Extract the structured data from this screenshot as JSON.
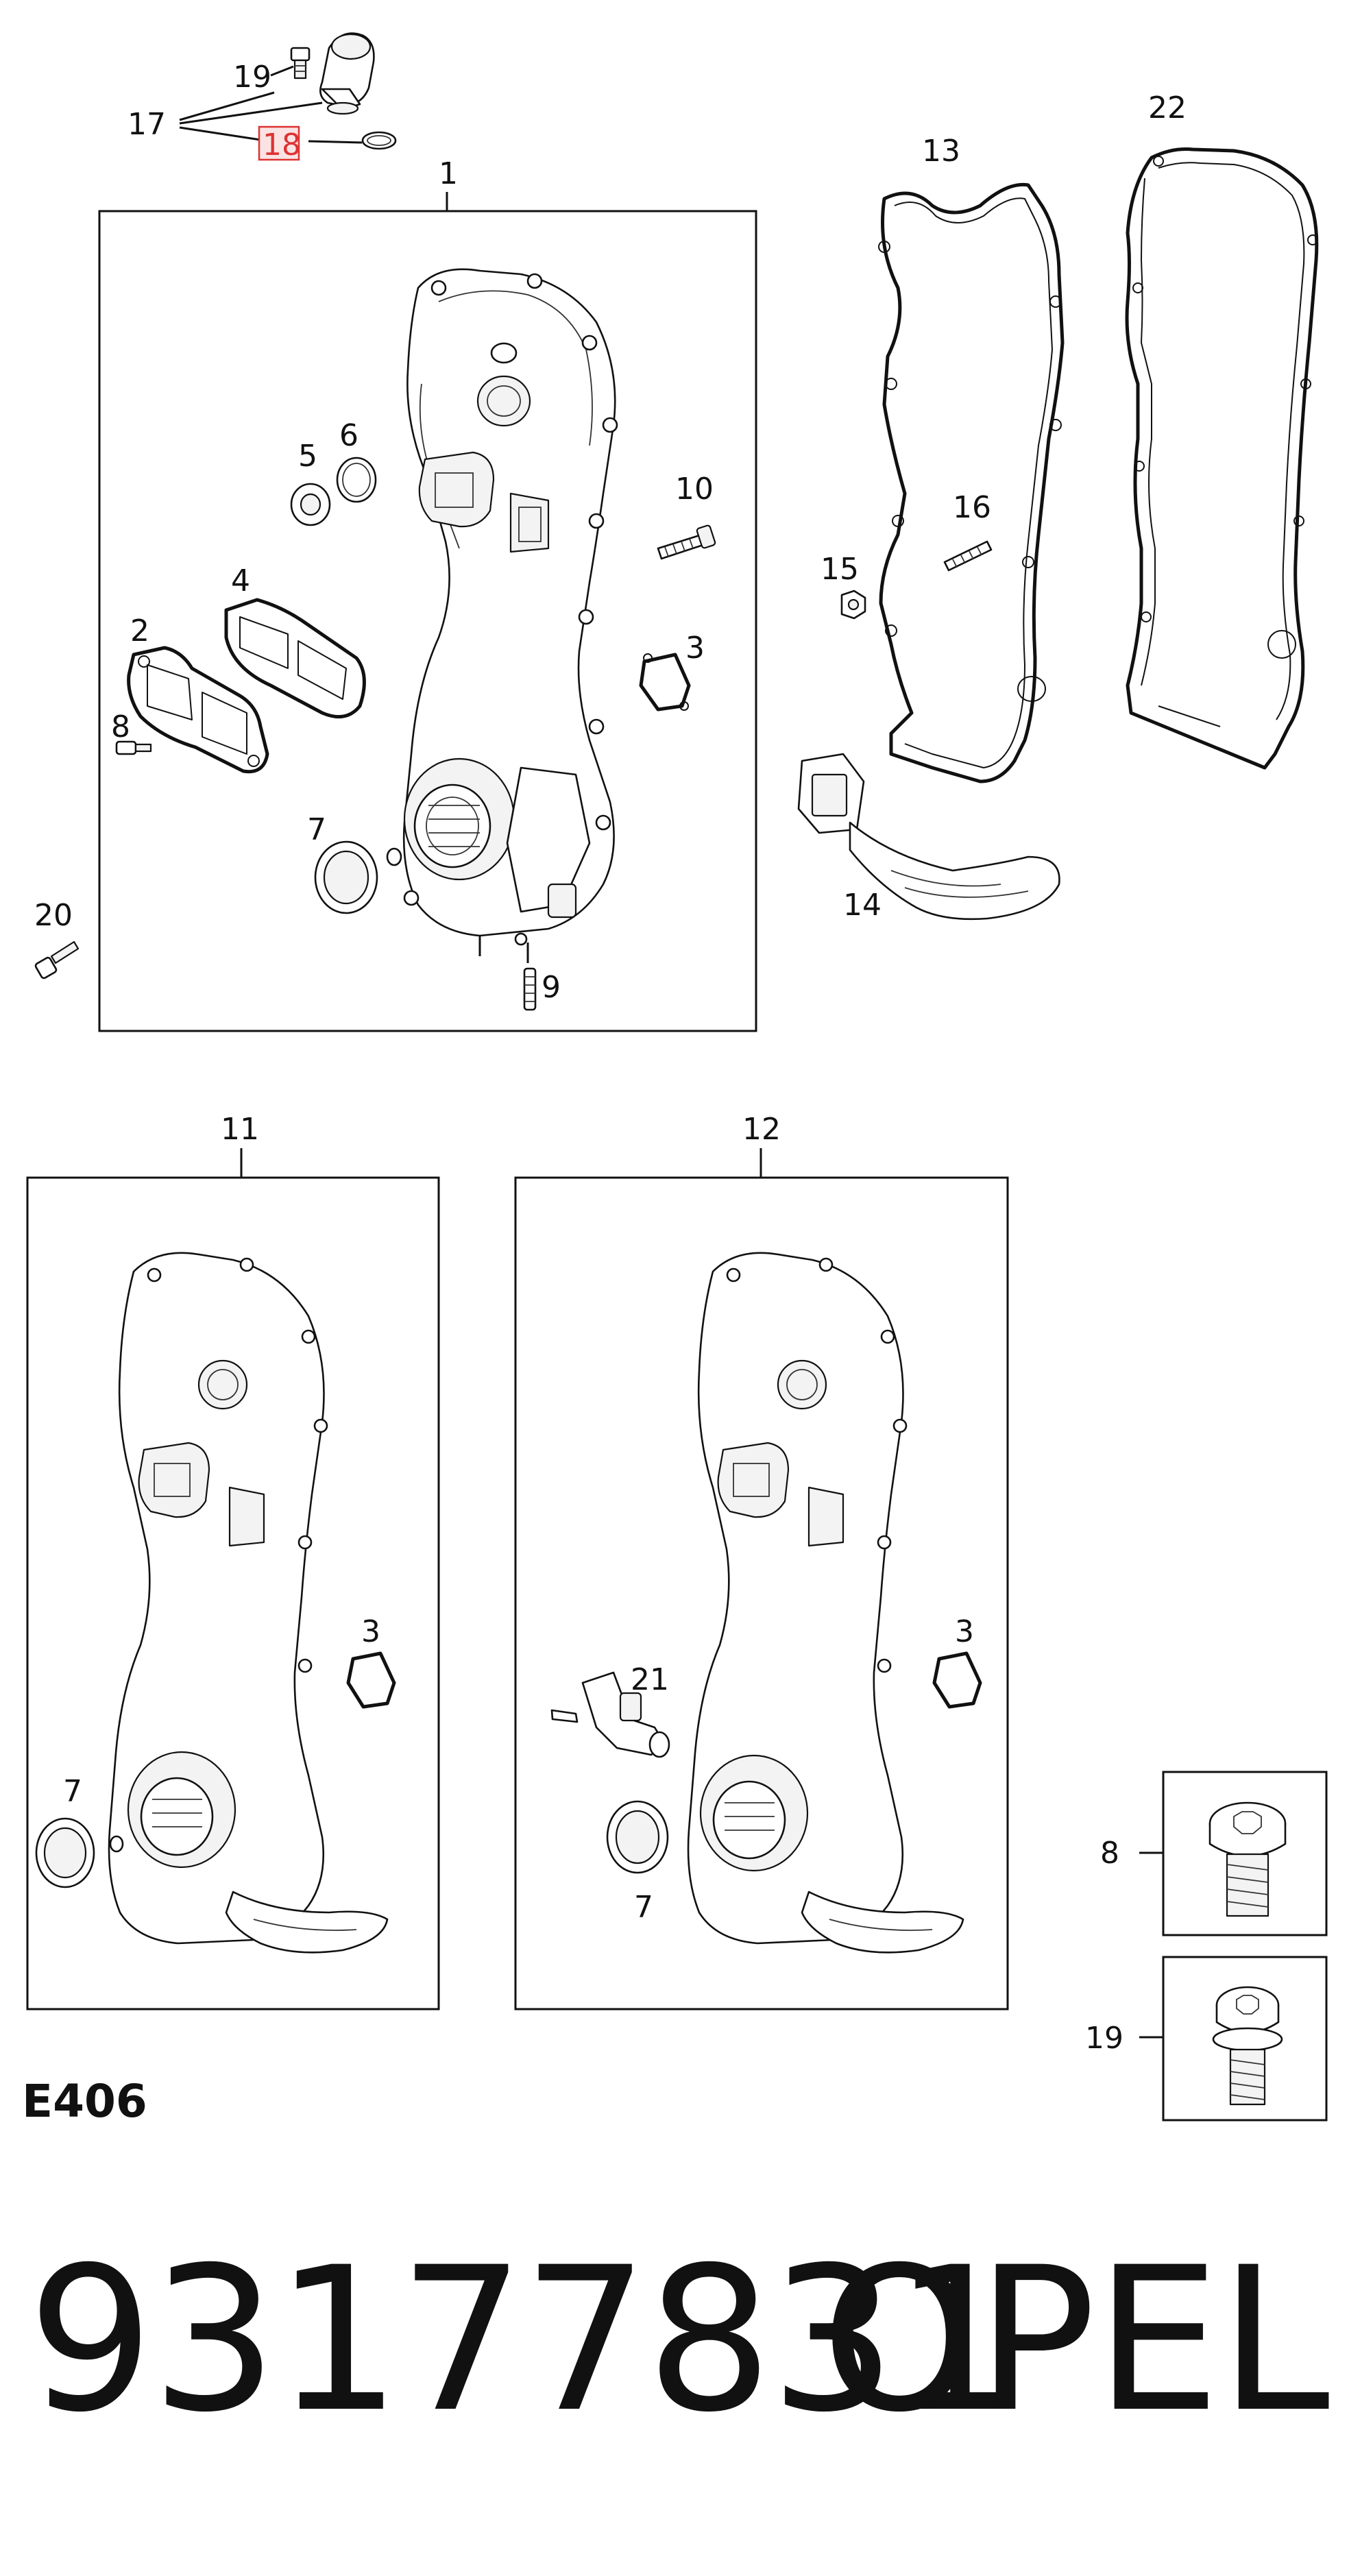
{
  "diagram": {
    "callouts": {
      "c1": "1",
      "c2": "2",
      "c3": "3",
      "c4": "4",
      "c5": "5",
      "c6": "6",
      "c7": "7",
      "c8": "8",
      "c9": "9",
      "c10": "10",
      "c11": "11",
      "c12": "12",
      "c13": "13",
      "c14": "14",
      "c15": "15",
      "c16": "16",
      "c17": "17",
      "c18": "18",
      "c19": "19",
      "c20": "20",
      "c21": "21",
      "c22": "22"
    },
    "highlighted_callout": "18",
    "code_label": "E406"
  },
  "footer": {
    "part_number": "93177831",
    "brand": "OPEL"
  }
}
